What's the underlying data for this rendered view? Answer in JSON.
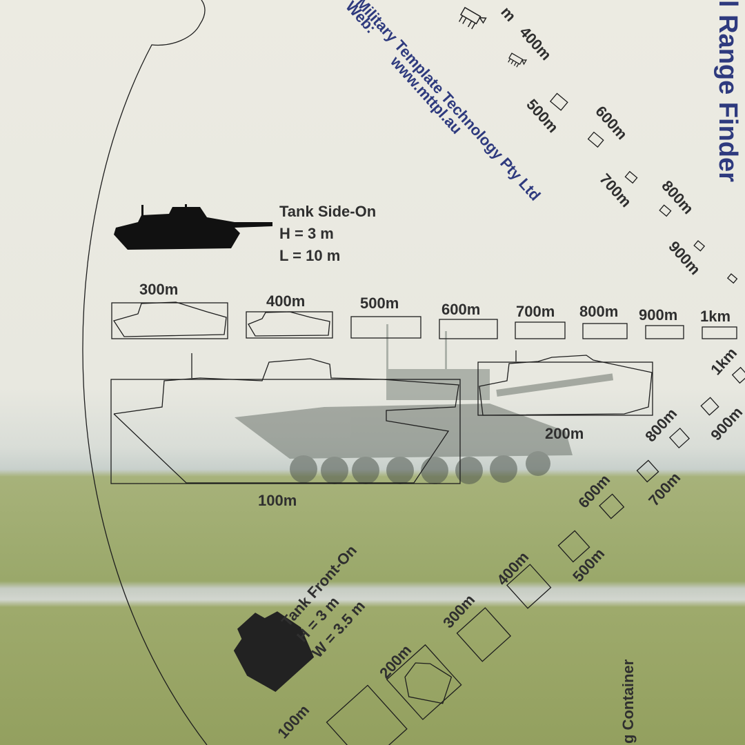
{
  "header": {
    "title": "l Range Finder",
    "company": "Military Template Technology Pty Ltd",
    "web_label": "Web:",
    "web_url": "www.mttpl.au"
  },
  "tank_side": {
    "title": "Tank Side-On",
    "height": "H = 3 m",
    "length": "L = 10 m",
    "scale_labels": [
      "300m",
      "400m",
      "500m",
      "600m",
      "700m",
      "800m",
      "900m",
      "1km"
    ],
    "near_labels": [
      "100m",
      "200m"
    ]
  },
  "tank_front": {
    "title": "Tank Front-On",
    "height": "H = 3 m",
    "width": "W = 3.5 m",
    "labels": [
      "100m",
      "200m",
      "300m",
      "400m",
      "500m",
      "600m",
      "700m",
      "800m",
      "900m",
      "1km"
    ]
  },
  "animal_diag": {
    "labels": [
      "m",
      "400m",
      "500m",
      "600m",
      "700m",
      "800m",
      "900m"
    ]
  },
  "container_label": "g Container",
  "colors": {
    "ink": "#2f2f2f",
    "brand_blue": "#2e3a7e"
  }
}
